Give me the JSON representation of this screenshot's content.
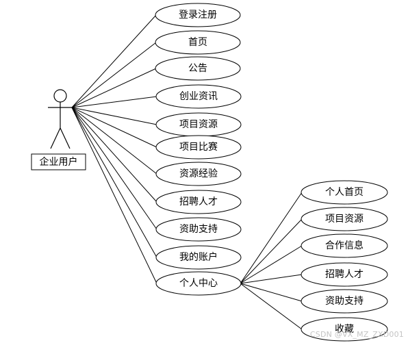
{
  "actor": {
    "label": "企业用户"
  },
  "use_cases": [
    {
      "id": "login-register",
      "label": "登录注册"
    },
    {
      "id": "home",
      "label": "首页"
    },
    {
      "id": "announcement",
      "label": "公告"
    },
    {
      "id": "startup-news",
      "label": "创业资讯"
    },
    {
      "id": "project-resources",
      "label": "项目资源"
    },
    {
      "id": "project-competition",
      "label": "项目比赛"
    },
    {
      "id": "resource-experience",
      "label": "资源经验"
    },
    {
      "id": "recruitment",
      "label": "招聘人才"
    },
    {
      "id": "funding-support",
      "label": "资助支持"
    },
    {
      "id": "my-account",
      "label": "我的账户"
    },
    {
      "id": "personal-center",
      "label": "个人中心"
    }
  ],
  "personal_center_items": [
    {
      "id": "personal-home",
      "label": "个人首页"
    },
    {
      "id": "pc-project-resources",
      "label": "项目资源"
    },
    {
      "id": "cooperation-info",
      "label": "合作信息"
    },
    {
      "id": "pc-recruitment",
      "label": "招聘人才"
    },
    {
      "id": "pc-funding-support",
      "label": "资助支持"
    },
    {
      "id": "favorites",
      "label": "收藏"
    }
  ],
  "watermark": "CSDN @VX_MZ_ZXD001"
}
